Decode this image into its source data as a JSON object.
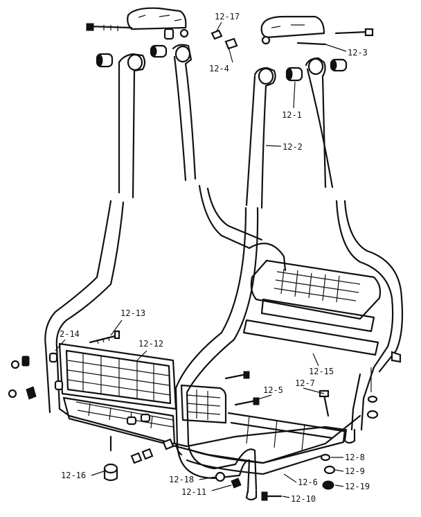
{
  "diagram": {
    "callouts": [
      {
        "id": "c-12-17",
        "text": "12-17"
      },
      {
        "id": "c-12-4",
        "text": "12-4"
      },
      {
        "id": "c-12-3",
        "text": "12-3"
      },
      {
        "id": "c-12-1",
        "text": "12-1"
      },
      {
        "id": "c-12-2",
        "text": "12-2"
      },
      {
        "id": "c-12-13",
        "text": "12-13"
      },
      {
        "id": "c-2-14",
        "text": "2-14"
      },
      {
        "id": "c-12-12",
        "text": "12-12"
      },
      {
        "id": "c-12-15",
        "text": "12-15"
      },
      {
        "id": "c-12-5",
        "text": "12-5"
      },
      {
        "id": "c-12-7",
        "text": "12-7"
      },
      {
        "id": "c-12-8",
        "text": "12-8"
      },
      {
        "id": "c-12-9",
        "text": "12-9"
      },
      {
        "id": "c-12-19",
        "text": "12-19"
      },
      {
        "id": "c-12-16",
        "text": "12-16"
      },
      {
        "id": "c-12-18",
        "text": "12-18"
      },
      {
        "id": "c-12-11",
        "text": "12-11"
      },
      {
        "id": "c-12-6",
        "text": "12-6"
      },
      {
        "id": "c-12-10",
        "text": "12-10"
      }
    ]
  }
}
